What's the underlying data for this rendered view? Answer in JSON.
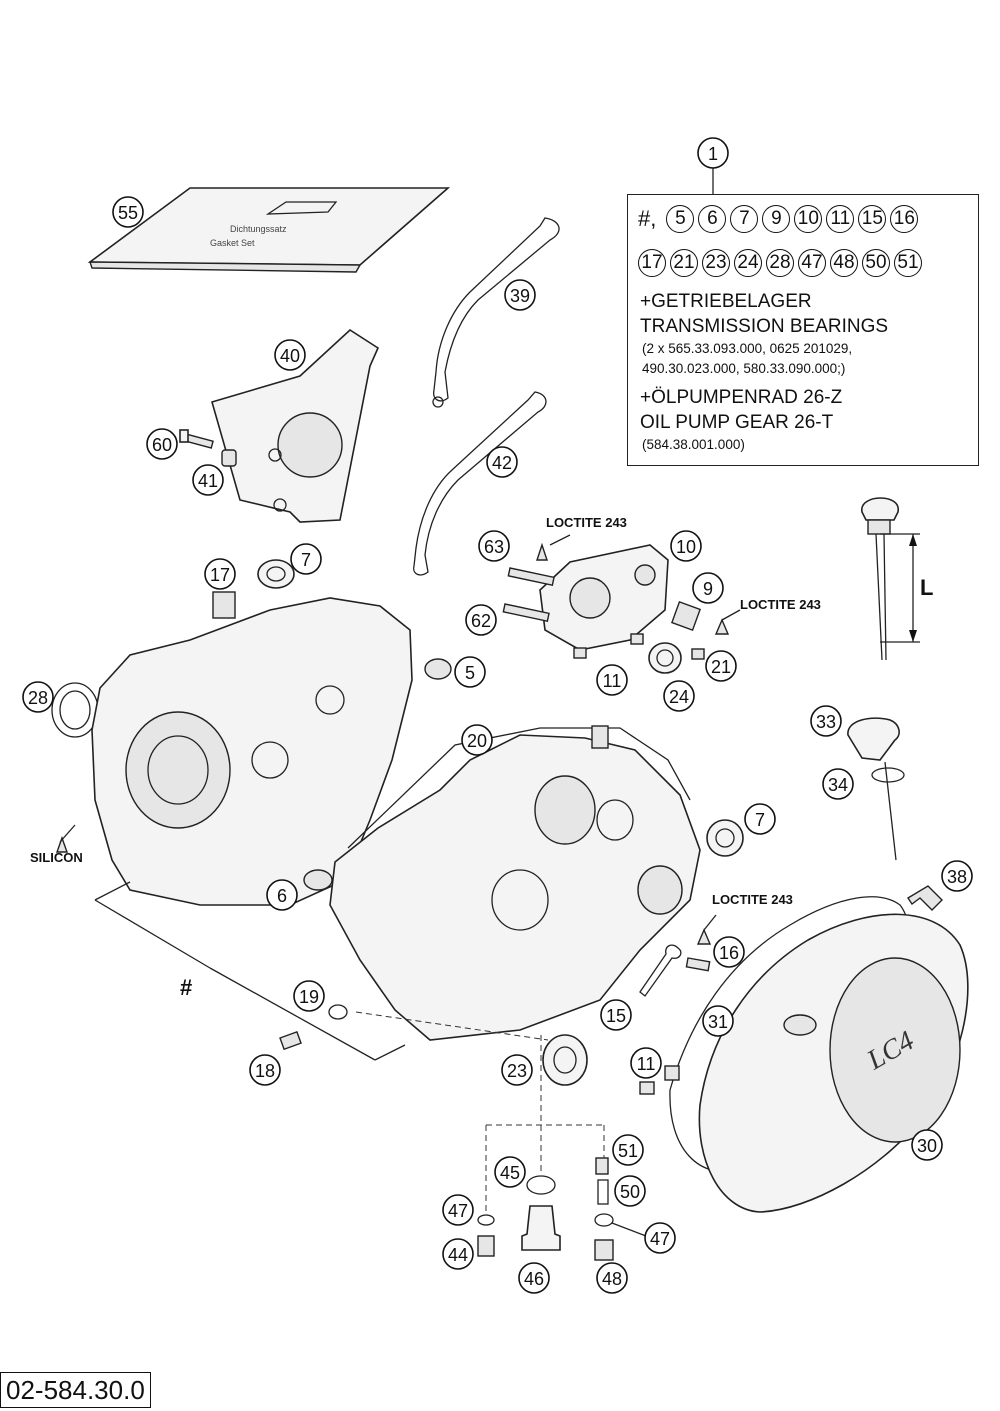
{
  "kit": {
    "number": "1",
    "row1": [
      "5",
      "6",
      "7",
      "9",
      "10",
      "11",
      "15",
      "16"
    ],
    "row2": [
      "17",
      "21",
      "23",
      "24",
      "28",
      "47",
      "48",
      "50",
      "51"
    ],
    "hash": "#,",
    "lines": [
      {
        "text": "+GETRIEBELAGER",
        "small": false
      },
      {
        "text": "TRANSMISSION BEARINGS",
        "small": false
      },
      {
        "text": "(2 x 565.33.093.000, 0625 201029,",
        "small": true
      },
      {
        "text": "490.30.023.000, 580.33.090.000;)",
        "small": true
      },
      {
        "text": "+ÖLPUMPENRAD 26-Z",
        "small": false
      },
      {
        "text": "OIL PUMP GEAR 26-T",
        "small": false
      },
      {
        "text": "(584.38.001.000)",
        "small": true
      }
    ]
  },
  "notes": {
    "loctite": "LOCTITE 243",
    "silicon": "SILICON",
    "dim_l": "L",
    "hash": "#"
  },
  "document_number": "02-584.30.0",
  "callouts": [
    "55",
    "39",
    "40",
    "60",
    "41",
    "42",
    "63",
    "10",
    "9",
    "62",
    "11",
    "24",
    "21",
    "17",
    "7",
    "5",
    "28",
    "20",
    "6",
    "19",
    "18",
    "16",
    "15",
    "23",
    "31",
    "11",
    "33",
    "34",
    "38",
    "51",
    "45",
    "50",
    "47",
    "47",
    "44",
    "46",
    "48",
    "30",
    "7"
  ]
}
